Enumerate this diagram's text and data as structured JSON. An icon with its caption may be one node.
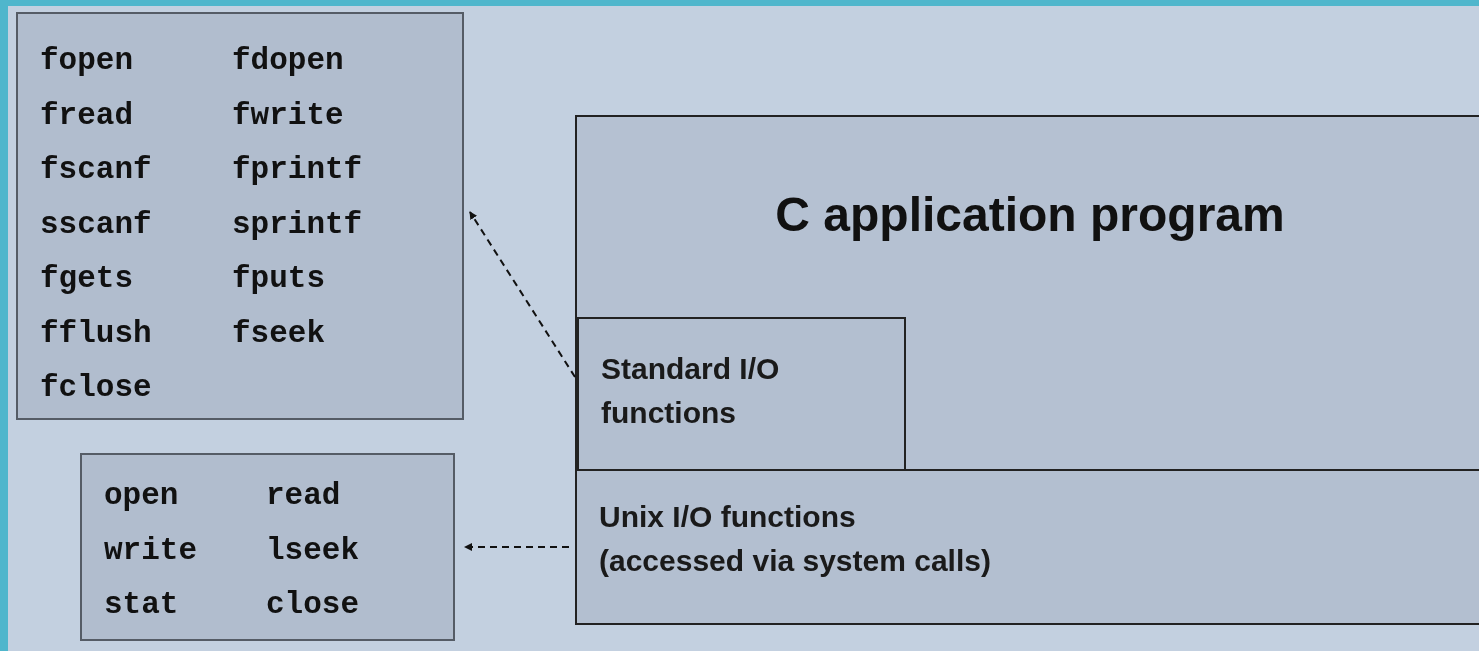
{
  "diagram": {
    "nodes": [
      {
        "text": [
          "fopen",
          "fdopen",
          "fread",
          "fwrite",
          "fscanf",
          "fprintf",
          "sscanf",
          "sprintf",
          "fgets",
          "fputs",
          "fflush",
          "fseek",
          "fclose"
        ]
      },
      {
        "text": [
          "open",
          "read",
          "write",
          "lseek",
          "stat",
          "close"
        ]
      },
      {
        "text": [
          "C application program"
        ]
      },
      {
        "text": [
          "Standard I/O functions"
        ],
        "in": 2
      },
      {
        "text": [
          "Unix I/O functions",
          "(accessed via system calls)"
        ]
      }
    ],
    "edges": [
      {
        "from": 3,
        "to": 0,
        "arrow": "to",
        "style": "dashed"
      },
      {
        "from": 4,
        "to": 1,
        "arrow": "to",
        "style": "dashed"
      }
    ]
  }
}
